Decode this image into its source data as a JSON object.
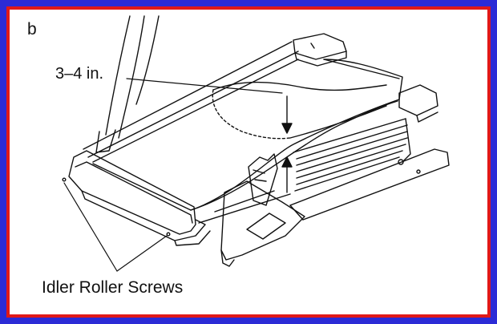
{
  "figure": {
    "panel_letter": "b",
    "measurement_label": "3–4 in.",
    "screws_label": "Idler Roller Screws"
  },
  "colors": {
    "outer_border": "#2b2bd6",
    "inner_border": "#e01919",
    "line_art": "#111111",
    "background": "#ffffff"
  }
}
